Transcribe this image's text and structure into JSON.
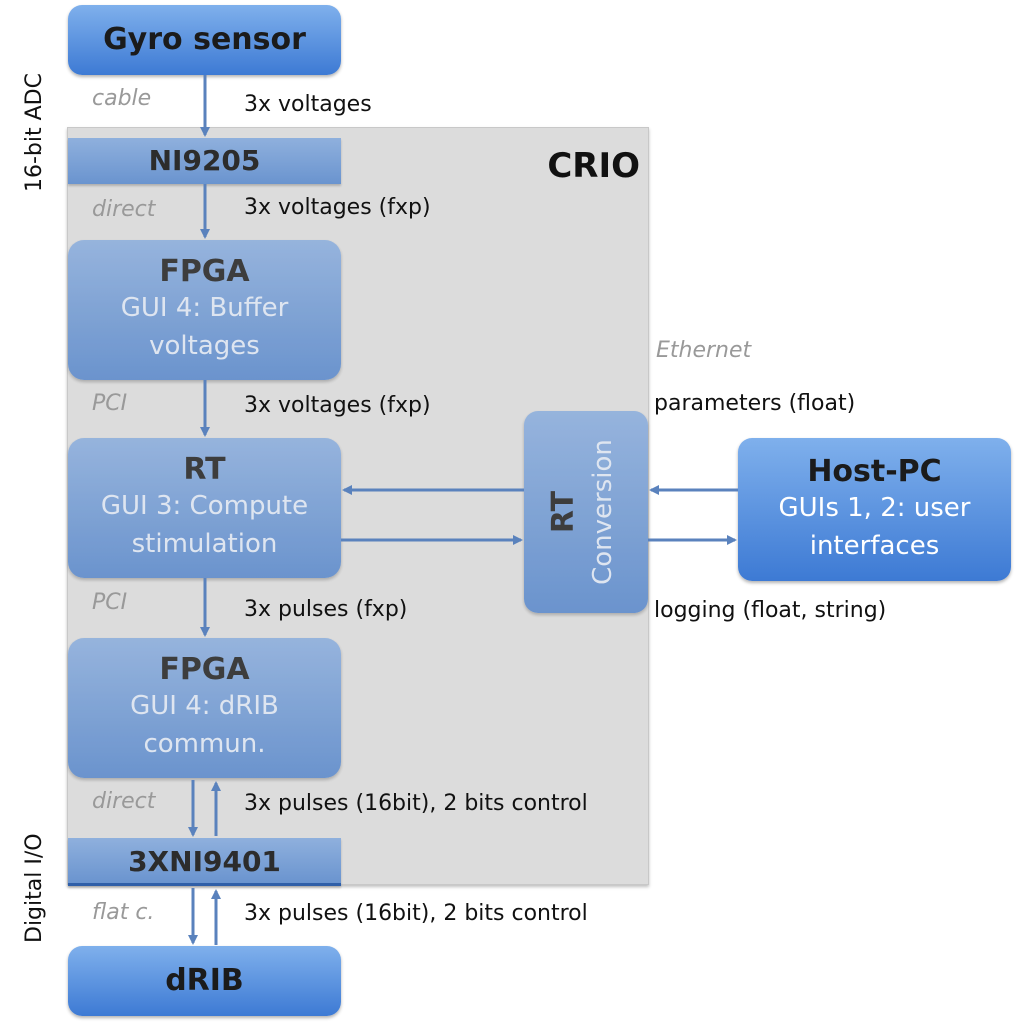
{
  "side_labels": {
    "adc": "16-bit ADC",
    "digital_io": "Digital I/O"
  },
  "crio": {
    "label": "CRIO"
  },
  "gyro": {
    "title": "Gyro sensor"
  },
  "ni9205": {
    "title": "NI9205"
  },
  "fpga1": {
    "title": "FPGA",
    "line1": "GUI 4: Buffer",
    "line2": "voltages"
  },
  "rt": {
    "title": "RT",
    "line1": "GUI 3: Compute",
    "line2": "stimulation"
  },
  "fpga2": {
    "title": "FPGA",
    "line1": "GUI 4: dRIB",
    "line2": "commun."
  },
  "ni9401": {
    "title": "3XNI9401"
  },
  "drib": {
    "title": "dRIB"
  },
  "rt_conversion": {
    "title": "RT",
    "subtitle": "Conversion"
  },
  "host_pc": {
    "title": "Host-PC",
    "line1": "GUIs 1, 2: user",
    "line2": "interfaces"
  },
  "connections": {
    "cable": "cable",
    "cable_data": "3x voltages",
    "direct1": "direct",
    "direct1_data": "3x voltages (fxp)",
    "pci1": "PCI",
    "pci1_data": "3x voltages (fxp)",
    "pci2": "PCI",
    "pci2_data": "3x pulses (fxp)",
    "direct2": "direct",
    "direct2_data": "3x pulses (16bit), 2 bits control",
    "flat": "flat c.",
    "flat_data": "3x pulses (16bit), 2 bits control",
    "ethernet": "Ethernet",
    "params": "parameters (float)",
    "logging": "logging (float, string)"
  },
  "colors": {
    "strong_box": "#3d7ad4",
    "faded_box": "#6a94cf",
    "arrow": "#5a82bd",
    "crio_bg": "#dcdcdc"
  }
}
